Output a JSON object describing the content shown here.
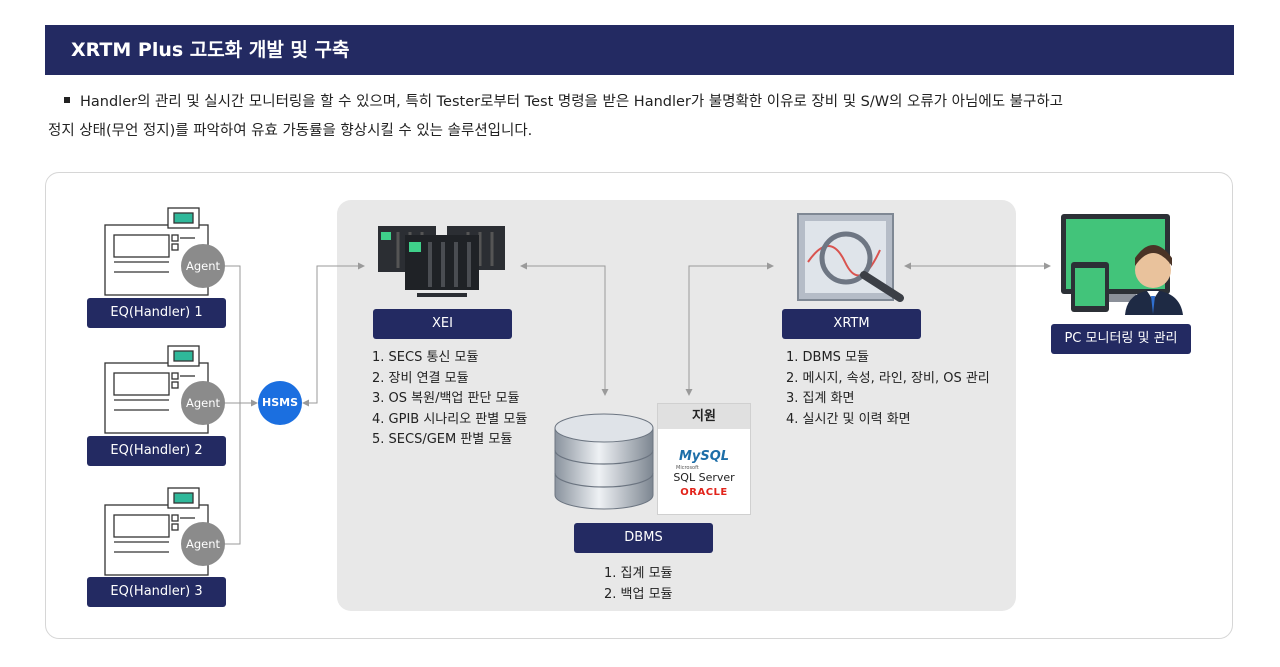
{
  "header": {
    "title": "XRTM Plus 고도화 개발 및 구축"
  },
  "description": {
    "line1": "Handler의 관리 및 실시간 모니터링을 할 수 있으며, 특히 Tester로부터 Test 명령을 받은 Handler가 불명확한 이유로 장비 및 S/W의 오류가 아님에도 불구하고",
    "line2": "정지 상태(무언 정지)를 파악하여 유효 가동률을 향상시킬 수 있는 솔루션입니다."
  },
  "equipment": [
    {
      "label": "EQ(Handler) 1",
      "agent": "Agent"
    },
    {
      "label": "EQ(Handler) 2",
      "agent": "Agent"
    },
    {
      "label": "EQ(Handler) 3",
      "agent": "Agent"
    }
  ],
  "hsms": {
    "label": "HSMS"
  },
  "xei": {
    "label": "XEI",
    "modules": [
      "1. SECS 통신 모듈",
      "2. 장비 연결 모듈",
      "3. OS 복원/백업 판단 모듈",
      "4. GPIB 시나리오 판별 모듈",
      "5. SECS/GEM 판별 모듈"
    ]
  },
  "xrtm": {
    "label": "XRTM",
    "modules": [
      "1. DBMS 모듈",
      "2. 메시지, 속성, 라인, 장비, OS 관리",
      "3. 집계 화면",
      "4. 실시간 및 이력 화면"
    ]
  },
  "dbms": {
    "label": "DBMS",
    "modules": [
      "1. 집계 모듈",
      "2. 백업 모듈"
    ]
  },
  "support": {
    "title": "지원",
    "mysql": "MySQL",
    "mssql_top": "Microsoft",
    "mssql": "SQL Server",
    "oracle": "ORACLE"
  },
  "pc": {
    "label": "PC 모니터링 및 관리"
  },
  "colors": {
    "navy": "#232a62",
    "hsms_blue": "#1b6fe0",
    "agent_gray": "#8b8b8b",
    "panel_gray": "#e8e8e8"
  }
}
